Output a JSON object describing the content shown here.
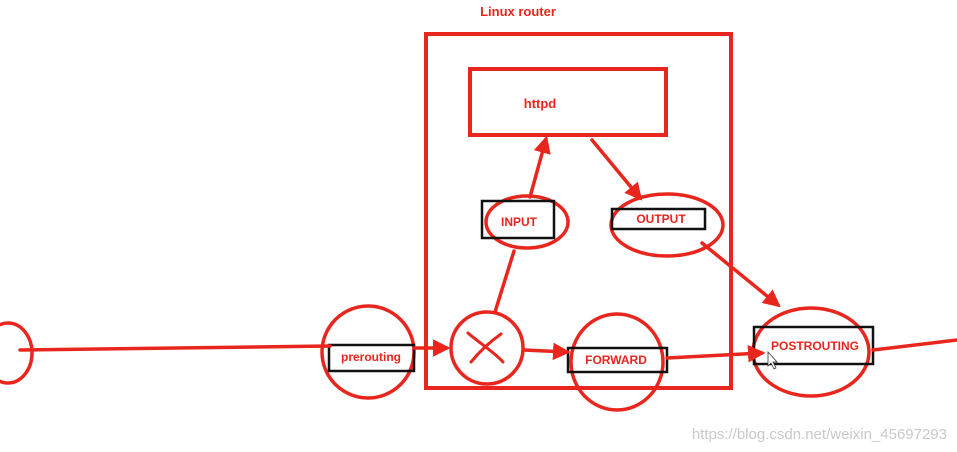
{
  "diagram": {
    "title": "Linux router",
    "nodes": {
      "httpd": "httpd",
      "input": "INPUT",
      "output": "OUTPUT",
      "prerouting": "prerouting",
      "forward": "FORWARD",
      "postrouting": "POSTROUTING"
    },
    "routing_decision_symbol": "✕",
    "watermark": "https://blog.csdn.net/weixin_45697293",
    "colors": {
      "stroke": "#e8261d",
      "box": "#111111",
      "watermark": "#c9c9c9"
    }
  }
}
